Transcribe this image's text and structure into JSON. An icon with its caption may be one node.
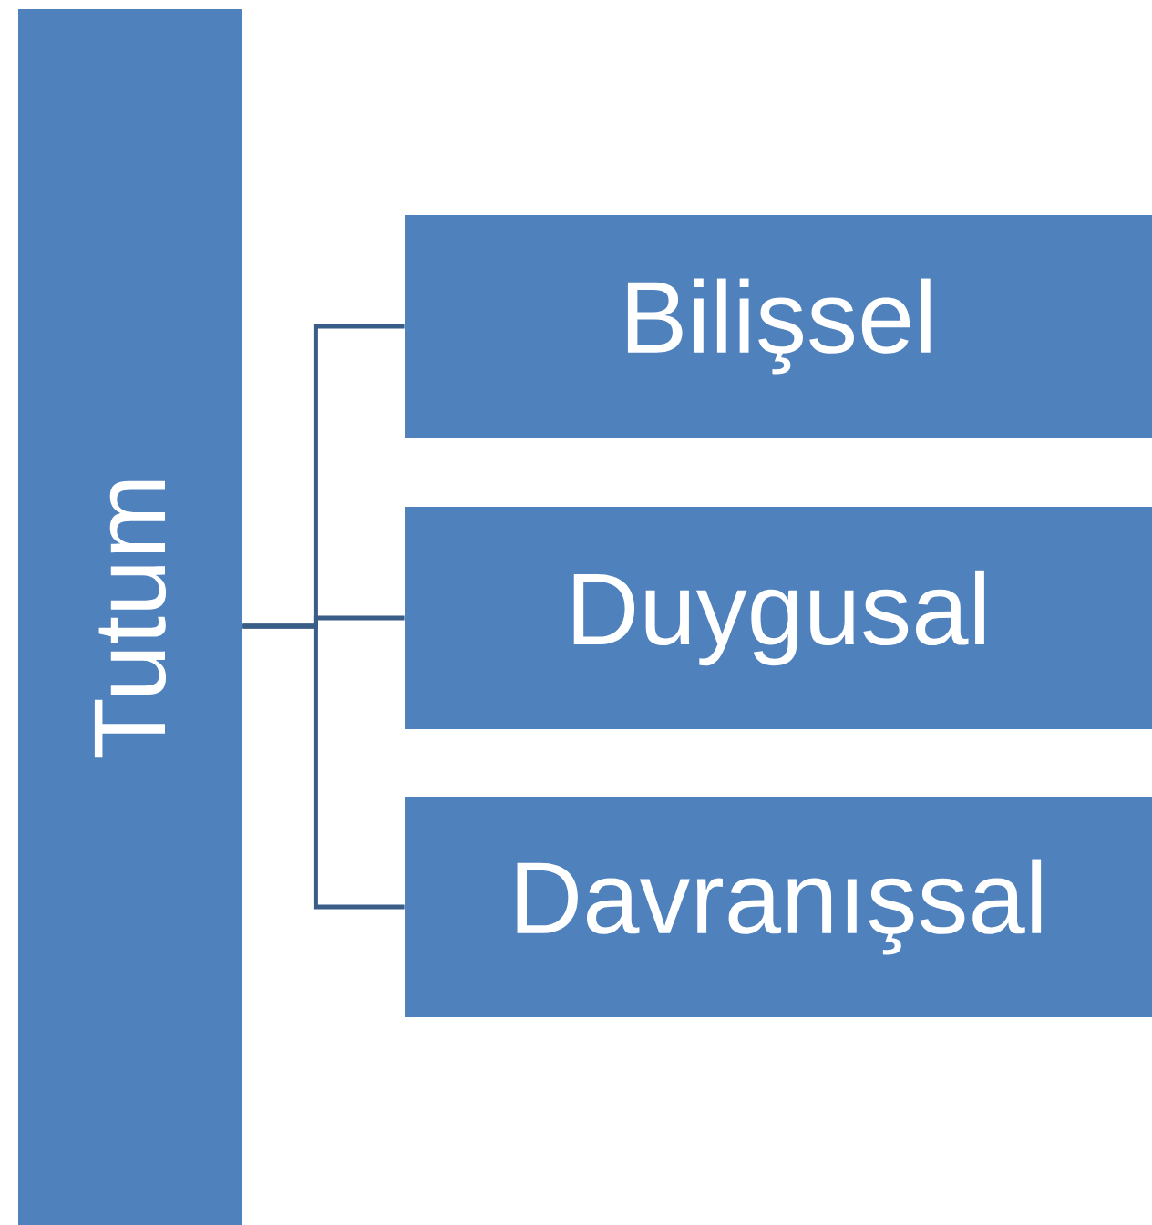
{
  "diagram": {
    "nodes": [
      {
        "text": [
          "Tutum"
        ]
      },
      {
        "text": [
          "Bilişsel"
        ]
      },
      {
        "text": [
          "Duygusal"
        ]
      },
      {
        "text": [
          "Davranışsal"
        ]
      }
    ],
    "edges": [
      {
        "from": 0,
        "to": 1,
        "arrow": "none"
      },
      {
        "from": 0,
        "to": 2,
        "arrow": "none"
      },
      {
        "from": 0,
        "to": 3,
        "arrow": "none"
      }
    ]
  }
}
